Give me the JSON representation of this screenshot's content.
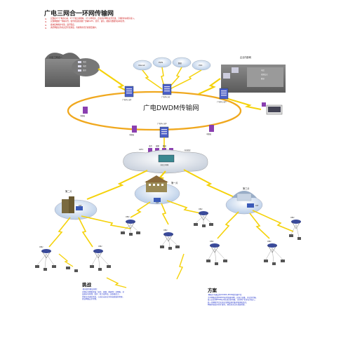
{
  "title": "广电三网合一环网传输网",
  "bullets": [
    "实现在3个广电中心站、5个广电分前端站、3个小区机房、企业用户网等业务互通，下端的中央机房接入。",
    "实现网络统一传输平台，使市区运营商统一部署CATV、宽带、语音、视频与数据等多种业务。",
    "模块结构维护可靠，运行稳定。",
    "满足网络业务的灵活带宽调度，有效利用光纤资源及保护。"
  ],
  "ring_label": "广电DWDM传输网",
  "stations": {
    "center_left": "广电中心站1",
    "center_top": "广电中心站",
    "center_right": "广电中心站3",
    "center_bottom": "广电中心站2",
    "relay_left": "中继站",
    "relay_bottom_left": "中继站",
    "relay_bottom_right": "中继站"
  },
  "community": {
    "title": "小区三网合一",
    "items": [
      "电话",
      "电视",
      "宽带"
    ]
  },
  "enterprise": {
    "title": "企业内部网",
    "items": [
      "电话",
      "视频会议",
      "数据"
    ]
  },
  "cloud_services": [
    "Internet",
    "PSTN",
    "数据",
    "VOD"
  ],
  "router_labels": [
    "CATV",
    "语音",
    "视频",
    "数据",
    "小区机房"
  ],
  "backbone_label": "小区主干网",
  "areas": {
    "left": "第二片",
    "center": "第一片",
    "right": "第三片"
  },
  "onu_label": "ONU",
  "olt_label": "OLT",
  "challenge": {
    "title": "挑战",
    "lines": [
      "·政府宽带建设问题：",
      "  多种业务网络传输（语音、视频、数据等）多网络、多",
      "  设备分布管理、维护、统计成本高，运维难度大。",
      "  需要灵活调度带宽，以适应未来业务快速发展的需要。",
      "  保证网络安全可靠。"
    ]
  },
  "solution": {
    "title": "方案",
    "lines": [
      "·网络主干建设为DWDM+EPON的传输平台：",
      "  主干网络采用DWDM技术组建环网，实现大容量、多业务传输。",
      "  接入层采用EPON技术实现光纤到楼、光纤到户的多业务接入。",
      "  统一的网管平台实现对全网设备的集中管理和监控。",
      "  网络具备良好的扩展性，满足未来业务发展需要。"
    ]
  },
  "colors": {
    "ring": "#f0a81e",
    "link": "#f5d20a",
    "bullet_text": "#cc1111",
    "body_text": "#2233cc",
    "device_blue": "#4a5fc8",
    "device_purple": "#8a3fb0"
  }
}
